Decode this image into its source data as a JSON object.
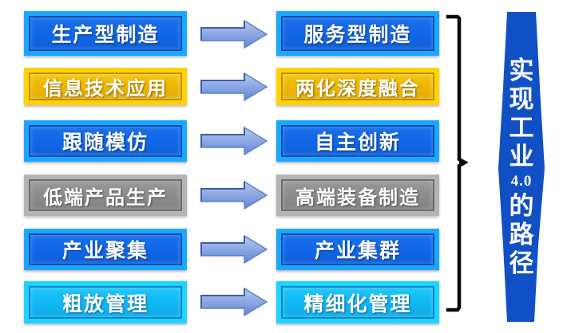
{
  "diagram": {
    "title_banner": {
      "lines": [
        "实",
        "现",
        "工",
        "业",
        "4.0",
        "的",
        "路",
        "径"
      ],
      "color": "#1150c4"
    },
    "rows": [
      {
        "left_label": "生产型制造",
        "right_label": "服务型制造",
        "style": "blue",
        "arrow": "right-arrow-icon"
      },
      {
        "left_label": "信息技术应用",
        "right_label": "两化深度融合",
        "style": "gold",
        "arrow": "right-arrow-icon"
      },
      {
        "left_label": "跟随模仿",
        "right_label": "自主创新",
        "style": "blue",
        "arrow": "right-arrow-icon"
      },
      {
        "left_label": "低端产品生产",
        "right_label": "高端装备制造",
        "style": "gray",
        "arrow": "right-arrow-icon"
      },
      {
        "left_label": "产业聚集",
        "right_label": "产业集群",
        "style": "blue",
        "arrow": "right-arrow-icon"
      },
      {
        "left_label": "粗放管理",
        "right_label": "精细化管理",
        "style": "cyan",
        "arrow": "right-arrow-icon"
      }
    ],
    "bracket": {
      "name": "right-curly-bracket-icon",
      "color": "#0a0a0a"
    },
    "colors": {
      "blue": "#1268ea",
      "cyan": "#11b9f4",
      "gold": "#efb703",
      "gray": "#8d8d8d",
      "arrow": "#7a9fe0",
      "banner": "#1150c4",
      "background": "#ffffff"
    }
  }
}
